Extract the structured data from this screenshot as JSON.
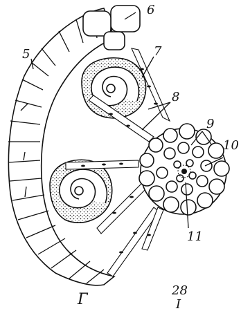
{
  "figure": {
    "labels": {
      "l5": "5",
      "l6": "6",
      "l7": "7",
      "l8": "8",
      "l9": "9",
      "l10": "10",
      "l11": "11"
    },
    "panel_letter": "Г",
    "page_number": "28",
    "page_mark": "I"
  }
}
